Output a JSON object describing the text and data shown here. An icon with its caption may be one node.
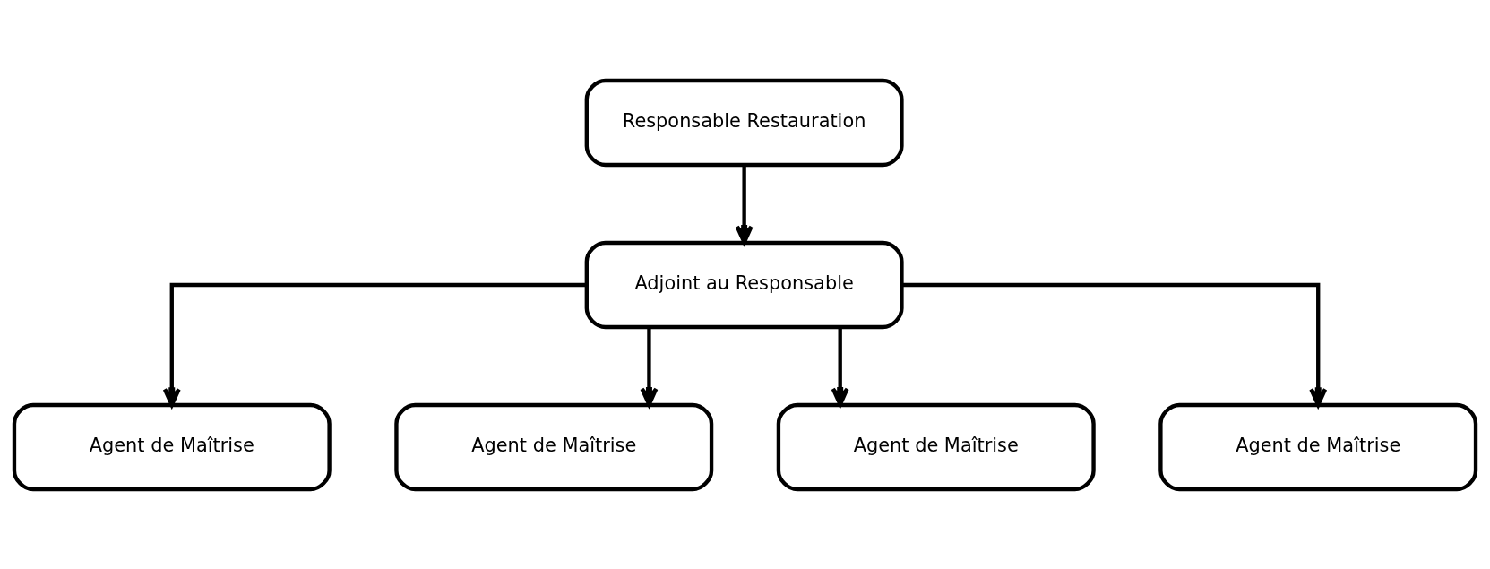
{
  "diagram": {
    "nodes": [
      {
        "text": [
          "Responsable Restauration"
        ]
      },
      {
        "text": [
          "Adjoint au Responsable"
        ]
      },
      {
        "text": [
          "Agent de Maîtrise"
        ]
      },
      {
        "text": [
          "Agent de Maîtrise"
        ]
      },
      {
        "text": [
          "Agent de Maîtrise"
        ]
      },
      {
        "text": [
          "Agent de Maîtrise"
        ]
      }
    ],
    "edges": [
      {
        "from": 0,
        "to": 1,
        "arrow": "to"
      },
      {
        "from": 1,
        "to": 2,
        "arrow": "to"
      },
      {
        "from": 1,
        "to": 3,
        "arrow": "to"
      },
      {
        "from": 1,
        "to": 4,
        "arrow": "to"
      },
      {
        "from": 1,
        "to": 5,
        "arrow": "to"
      }
    ]
  }
}
